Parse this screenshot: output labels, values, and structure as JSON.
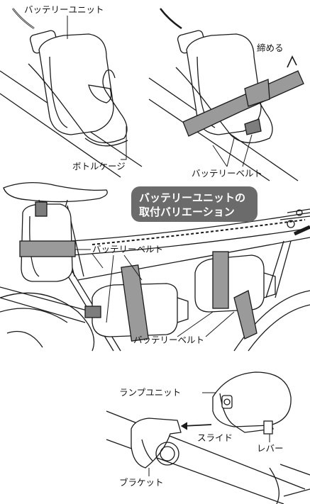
{
  "labels": {
    "battery_unit": "バッテリーユニット",
    "tighten": "締める",
    "bottle_cage": "ボトルケージ",
    "battery_belt_top": "バッテリーベルト",
    "mount_title_line1": "バッテリーユニットの",
    "mount_title_line2": "取付バリエーション",
    "battery_belt_seat": "バッテリーベルト",
    "battery_belt_bottom": "バッテリーベルト",
    "lamp_unit": "ランプユニット",
    "slide": "スライド",
    "lever": "レバー",
    "bracket": "ブラケット"
  },
  "colors": {
    "line": "#1a1a1a",
    "belt": "#9a9a9a",
    "pill": "#6b6b6b",
    "white": "#ffffff"
  }
}
